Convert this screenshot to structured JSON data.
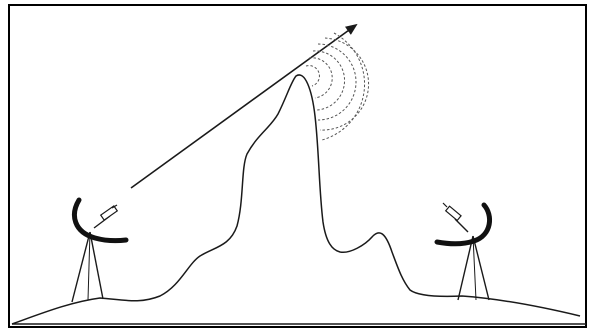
{
  "diagram": {
    "title": "",
    "elements": {
      "terrain": "mountain-terrain",
      "left_station": "transmitting-dish-antenna",
      "right_station": "receiving-dish-antenna",
      "signal_path": "line-of-sight-ray",
      "diffraction": "diffraction-wavefronts"
    },
    "colors": {
      "line": "#1a1a1a",
      "dashed": "#555555",
      "frame": "#000000",
      "background": "#ffffff"
    }
  }
}
